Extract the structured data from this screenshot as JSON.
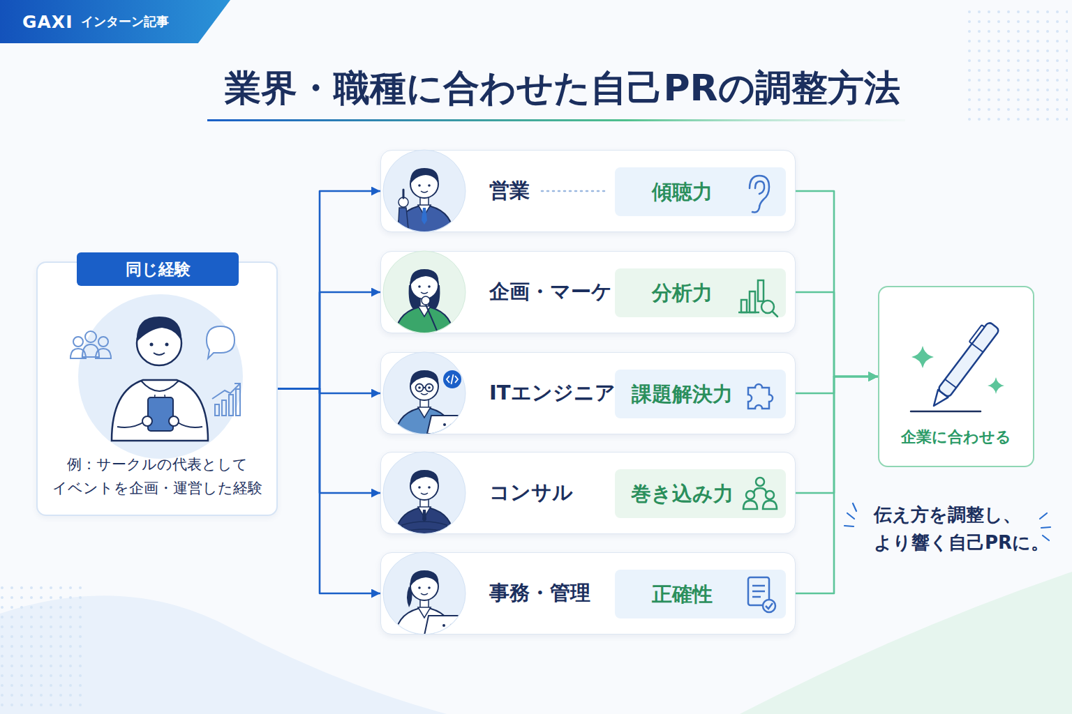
{
  "diagram": {
    "title": "業界・職種に合わせた自己PRの調整方法",
    "caption": "伝え方を調整し、 より響く自己PRに。",
    "nodes": [
      {
        "text": [
          "GAXI",
          "インターン記事"
        ]
      },
      {
        "text": [
          "同じ経験",
          "例：サークルの代表として イベントを企画・運営した経験"
        ]
      },
      {
        "text": [
          "営業"
        ]
      },
      {
        "text": [
          "傾聴力"
        ],
        "in": 2
      },
      {
        "text": [
          "企画・マーケ"
        ]
      },
      {
        "text": [
          "分析力"
        ],
        "in": 4
      },
      {
        "text": [
          "ITエンジニア"
        ]
      },
      {
        "text": [
          "課題解決力"
        ],
        "in": 6
      },
      {
        "text": [
          "コンサル"
        ]
      },
      {
        "text": [
          "巻き込み力"
        ],
        "in": 8
      },
      {
        "text": [
          "事務・管理"
        ]
      },
      {
        "text": [
          "正確性"
        ],
        "in": 10
      },
      {
        "text": [
          "企業に合わせる"
        ]
      }
    ],
    "edges": [
      {
        "from": 1,
        "to": 2,
        "arrow": "to"
      },
      {
        "from": 1,
        "to": 4,
        "arrow": "to"
      },
      {
        "from": 1,
        "to": 6,
        "arrow": "to"
      },
      {
        "from": 1,
        "to": 8,
        "arrow": "to"
      },
      {
        "from": 1,
        "to": 10,
        "arrow": "to"
      },
      {
        "from": 2,
        "to": 12,
        "arrow": "to"
      },
      {
        "from": 4,
        "to": 12,
        "arrow": "to"
      },
      {
        "from": 6,
        "to": 12,
        "arrow": "to"
      },
      {
        "from": 8,
        "to": 12,
        "arrow": "to"
      },
      {
        "from": 10,
        "to": 12,
        "arrow": "to"
      }
    ]
  }
}
